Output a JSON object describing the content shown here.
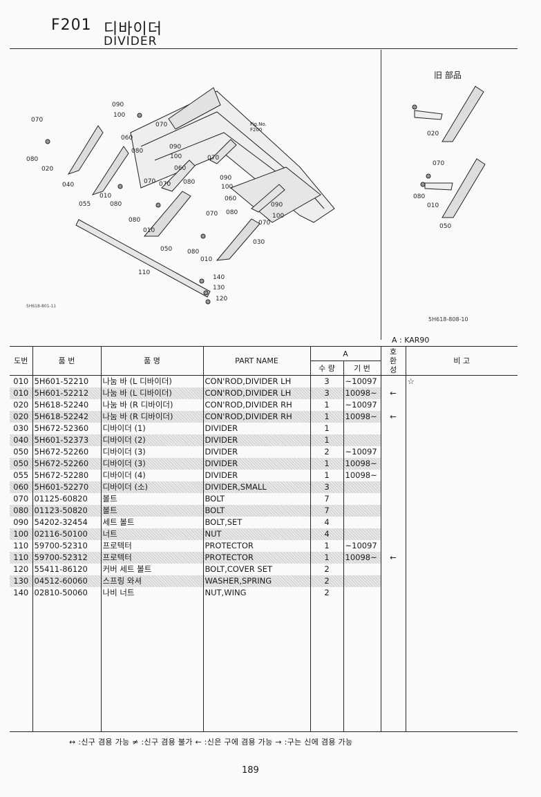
{
  "header": {
    "code": "F201",
    "title_kr": "디바이더",
    "title_en": "DIVIDER"
  },
  "figure": {
    "old_parts_label": "旧 部品",
    "ref_left": "5H618-801-11",
    "ref_right": "5H618-808-10",
    "fig_no": "Fig.No.\nF200",
    "callouts_main": [
      "090",
      "100",
      "070",
      "080",
      "020",
      "040",
      "060",
      "070",
      "080",
      "090",
      "100",
      "060",
      "070",
      "080",
      "090",
      "100",
      "070",
      "070",
      "055",
      "010",
      "080",
      "060",
      "080",
      "090",
      "100",
      "080",
      "070",
      "010",
      "070",
      "050",
      "030",
      "080",
      "010",
      "110",
      "140",
      "130",
      "120"
    ],
    "callouts_old": [
      "020",
      "070",
      "080",
      "010",
      "050"
    ]
  },
  "model_label": "A : KAR90",
  "table": {
    "headers": {
      "no": "도번",
      "part_no": "품  번",
      "name_kr": "품     명",
      "part_name": "PART  NAME",
      "group_a": "A",
      "qty": "수 량",
      "serial": "기 번",
      "compat": "호\n환\n성",
      "remarks": "비     고"
    },
    "rows": [
      {
        "no": "010",
        "pn": "5H601-52210",
        "kr": "나눔 바 (L 디바이더)",
        "en": "CON'ROD,DIVIDER LH",
        "qty": "3",
        "serial": "~10097",
        "compat": "",
        "remark": "☆",
        "shaded": false
      },
      {
        "no": "010",
        "pn": "5H601-52212",
        "kr": "나눔 바 (L 디바이더)",
        "en": "CON'ROD,DIVIDER LH",
        "qty": "3",
        "serial": "10098~",
        "compat": "←",
        "remark": "",
        "shaded": true
      },
      {
        "no": "020",
        "pn": "5H618-52240",
        "kr": "나눔 바 (R 디바이더)",
        "en": "CON'ROD,DIVIDER RH",
        "qty": "1",
        "serial": "~10097",
        "compat": "",
        "remark": "",
        "shaded": false
      },
      {
        "no": "020",
        "pn": "5H618-52242",
        "kr": "나눔 바 (R 디바이더)",
        "en": "CON'ROD,DIVIDER RH",
        "qty": "1",
        "serial": "10098~",
        "compat": "←",
        "remark": "",
        "shaded": true
      },
      {
        "no": "030",
        "pn": "5H672-52360",
        "kr": "디바이더 (1)",
        "en": "DIVIDER",
        "qty": "1",
        "serial": "",
        "compat": "",
        "remark": "",
        "shaded": false
      },
      {
        "no": "040",
        "pn": "5H601-52373",
        "kr": "디바이더 (2)",
        "en": "DIVIDER",
        "qty": "1",
        "serial": "",
        "compat": "",
        "remark": "",
        "shaded": true
      },
      {
        "no": "050",
        "pn": "5H672-52260",
        "kr": "디바이더 (3)",
        "en": "DIVIDER",
        "qty": "2",
        "serial": "~10097",
        "compat": "",
        "remark": "",
        "shaded": false
      },
      {
        "no": "050",
        "pn": "5H672-52260",
        "kr": "디바이더 (3)",
        "en": "DIVIDER",
        "qty": "1",
        "serial": "10098~",
        "compat": "",
        "remark": "",
        "shaded": true
      },
      {
        "no": "055",
        "pn": "5H672-52280",
        "kr": "디바이더 (4)",
        "en": "DIVIDER",
        "qty": "1",
        "serial": "10098~",
        "compat": "",
        "remark": "",
        "shaded": false
      },
      {
        "no": "060",
        "pn": "5H601-52270",
        "kr": "디바이더 (소)",
        "en": "DIVIDER,SMALL",
        "qty": "3",
        "serial": "",
        "compat": "",
        "remark": "",
        "shaded": true
      },
      {
        "no": "070",
        "pn": "01125-60820",
        "kr": "볼트",
        "en": "BOLT",
        "qty": "7",
        "serial": "",
        "compat": "",
        "remark": "",
        "shaded": false
      },
      {
        "no": "080",
        "pn": "01123-50820",
        "kr": "볼트",
        "en": "BOLT",
        "qty": "7",
        "serial": "",
        "compat": "",
        "remark": "",
        "shaded": true
      },
      {
        "no": "090",
        "pn": "54202-32454",
        "kr": "세트 볼트",
        "en": "BOLT,SET",
        "qty": "4",
        "serial": "",
        "compat": "",
        "remark": "",
        "shaded": false
      },
      {
        "no": "100",
        "pn": "02116-50100",
        "kr": "너트",
        "en": "NUT",
        "qty": "4",
        "serial": "",
        "compat": "",
        "remark": "",
        "shaded": true
      },
      {
        "no": "110",
        "pn": "59700-52310",
        "kr": "프로텍터",
        "en": "PROTECTOR",
        "qty": "1",
        "serial": "~10097",
        "compat": "",
        "remark": "",
        "shaded": false
      },
      {
        "no": "110",
        "pn": "59700-52312",
        "kr": "프로텍터",
        "en": "PROTECTOR",
        "qty": "1",
        "serial": "10098~",
        "compat": "←",
        "remark": "",
        "shaded": true
      },
      {
        "no": "120",
        "pn": "55411-86120",
        "kr": "커버 세트 볼트",
        "en": "BOLT,COVER SET",
        "qty": "2",
        "serial": "",
        "compat": "",
        "remark": "",
        "shaded": false
      },
      {
        "no": "130",
        "pn": "04512-60060",
        "kr": "스프링 와셔",
        "en": "WASHER,SPRING",
        "qty": "2",
        "serial": "",
        "compat": "",
        "remark": "",
        "shaded": true
      },
      {
        "no": "140",
        "pn": "02810-50060",
        "kr": "나비 너트",
        "en": "NUT,WING",
        "qty": "2",
        "serial": "",
        "compat": "",
        "remark": "",
        "shaded": false
      }
    ]
  },
  "legend": "↔ :신구 겸용 가능     ≠ :신구 겸용 불가     ← :신은 구에 겸용 가능     → :구는 신에 겸용 가능",
  "page_number": "189"
}
